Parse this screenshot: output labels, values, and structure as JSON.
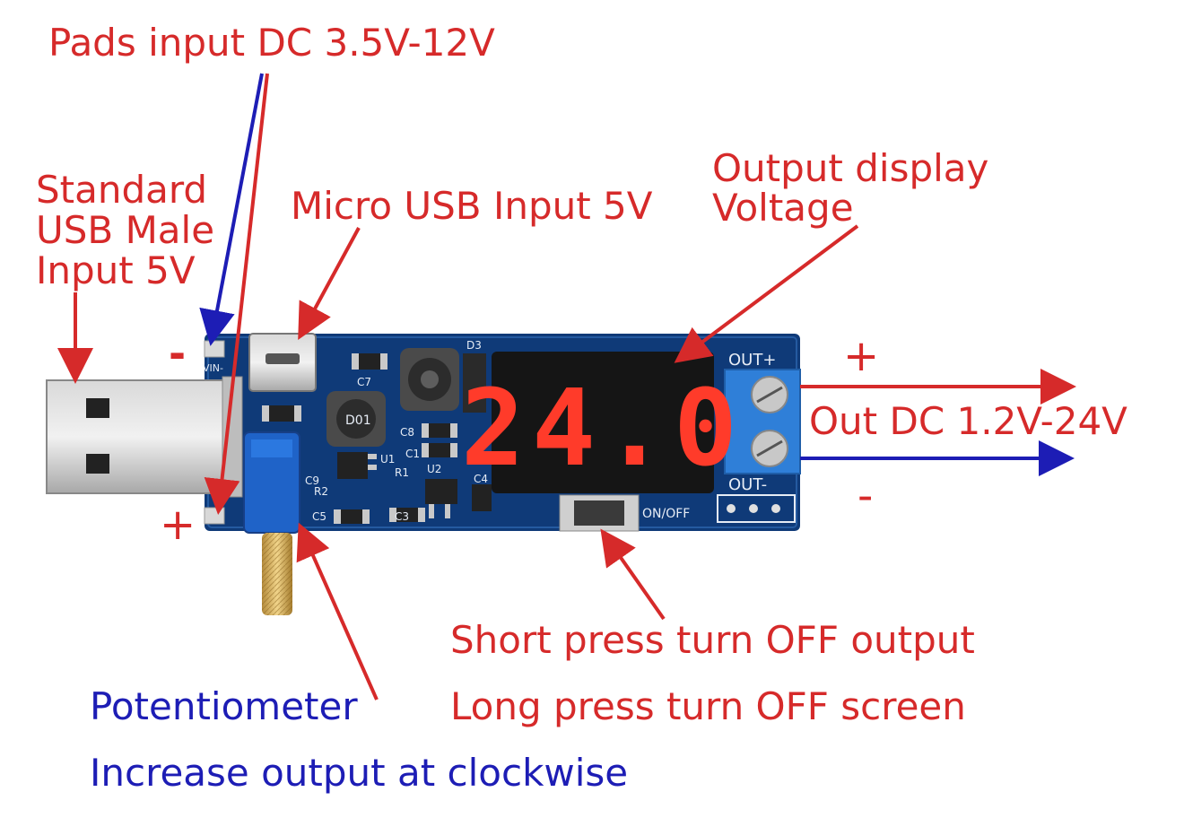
{
  "annotations": {
    "pads_input": "Pads input DC 3.5V-12V",
    "usb_male_line1": "Standard",
    "usb_male_line2": "USB Male",
    "usb_male_line3": "Input 5V",
    "micro_usb": "Micro USB Input 5V",
    "output_display_line1": "Output display",
    "output_display_line2": "Voltage",
    "out_dc": "Out DC 1.2V-24V",
    "out_plus": "+",
    "out_minus": "-",
    "vin_minus": "-",
    "vin_plus": "+",
    "short_press": "Short press turn OFF output",
    "long_press": "Long press turn OFF screen",
    "potentiometer": "Potentiometer",
    "increase_output": "Increase output at clockwise"
  },
  "display": {
    "digits": "24.0",
    "color": "#ff3b2a"
  },
  "board_silkscreen": {
    "out_plus": "OUT+",
    "out_minus": "OUT-",
    "on_off": "ON/OFF",
    "vin_minus": "VIN-",
    "d3": "D3",
    "c7": "C7",
    "c8": "C8",
    "c1": "C1",
    "r1": "R1",
    "u2": "U2",
    "c4": "C4",
    "u1": "U1",
    "c3": "C3",
    "c5": "C5",
    "inductor_small": "D01",
    "r2": "R2",
    "c9": "C9"
  },
  "colors": {
    "annotation_red": "#d62a2a",
    "annotation_blue": "#1d1db5",
    "pcb": "#0f3a78",
    "terminal": "#2f7fd8",
    "pot": "#1f63c8"
  }
}
